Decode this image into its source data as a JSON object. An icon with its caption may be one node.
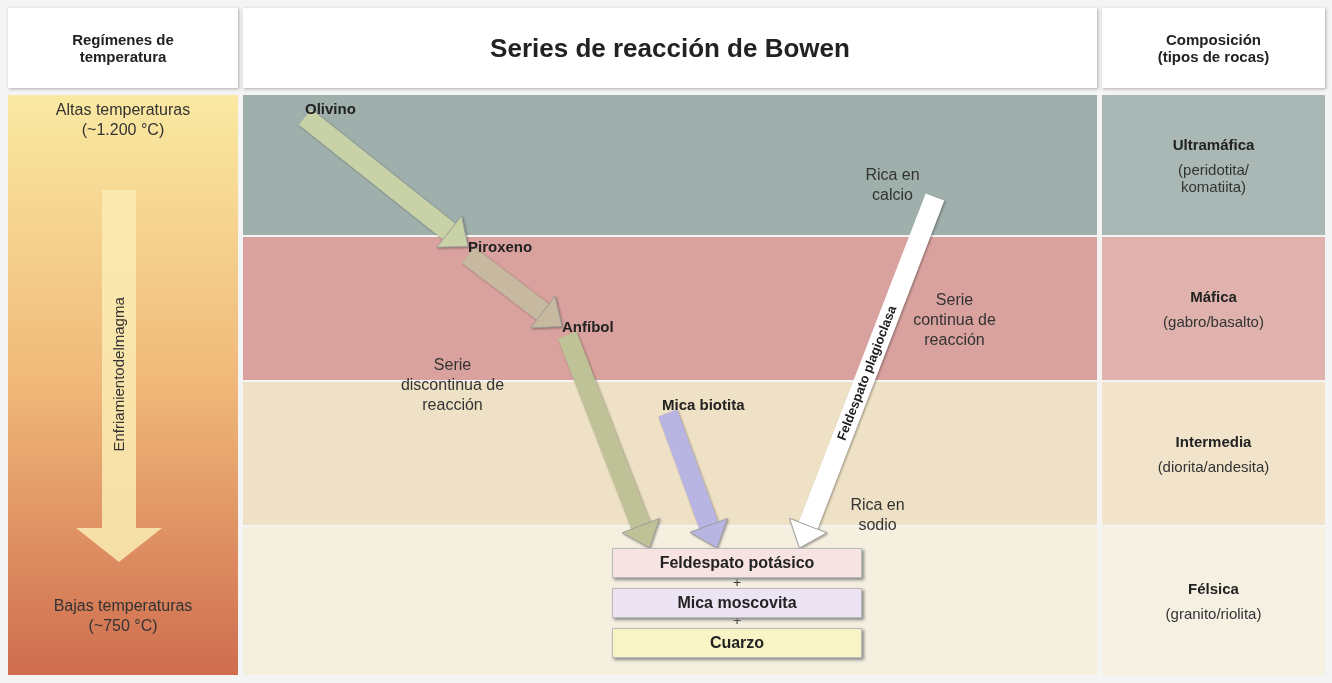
{
  "diagram": {
    "title": "Series de reacción de Bowen",
    "nodes": [
      {
        "text": [
          "Olivino"
        ]
      },
      {
        "text": [
          "Piroxeno"
        ]
      },
      {
        "text": [
          "Anfíbol"
        ]
      },
      {
        "text": [
          "Mica biotita"
        ]
      },
      {
        "text": [
          "Rica en calcio"
        ]
      },
      {
        "text": [
          "Feldespato potásico"
        ]
      },
      {
        "text": [
          "Mica moscovita"
        ]
      },
      {
        "text": [
          "Cuarzo"
        ]
      },
      {
        "text": [
          "Ultramáfica",
          "(peridotita/ komatiita)"
        ]
      },
      {
        "text": [
          "Máfica",
          "(gabro/basalto)"
        ]
      },
      {
        "text": [
          "Intermedia",
          "(diorita/andesita)"
        ]
      },
      {
        "text": [
          "Félsica",
          "(granito/riolita)"
        ]
      }
    ],
    "edges": [
      {
        "from": 0,
        "to": 1,
        "arrow": "to",
        "color": "#c9d2a6"
      },
      {
        "from": 1,
        "to": 2,
        "arrow": "to",
        "color": "#c6b9a0"
      },
      {
        "from": 2,
        "to": 5,
        "arrow": "to",
        "color": "#bfc196"
      },
      {
        "from": 3,
        "to": 5,
        "arrow": "to",
        "color": "#b8b5e2"
      },
      {
        "from": 4,
        "to": 5,
        "arrow": "to",
        "label": "Feldespato plagioclasa",
        "color": "#ffffff"
      }
    ],
    "labels": [
      "Regímenes de temperatura",
      "Composición (tipos de rocas)",
      "Altas temperaturas (~1.200 °C)",
      "Enfriamientodelmagma",
      "Serie discontinua de reacción",
      "Serie continua de reacción",
      "Rica en sodio",
      "+",
      "+",
      "Bajas temperaturas (~750 °C)"
    ]
  }
}
